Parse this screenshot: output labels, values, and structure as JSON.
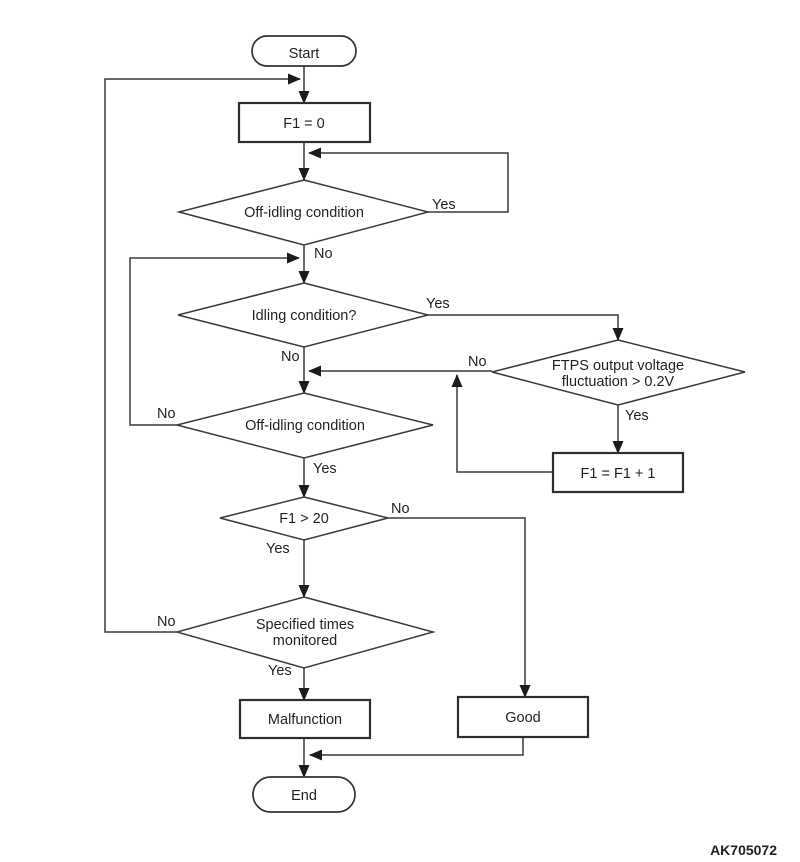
{
  "figure_code": "AK705072",
  "nodes": {
    "start": "Start",
    "f1_init": "F1 = 0",
    "off_idling_1": "Off-idling condition",
    "idling": "Idling condition?",
    "ftps_line1": "FTPS output voltage",
    "ftps_line2": "fluctuation > 0.2V",
    "f1_increment": "F1 = F1 + 1",
    "off_idling_2": "Off-idling condition",
    "f1_gt_20": "F1 > 20",
    "specified_line1": "Specified times",
    "specified_line2": "monitored",
    "malfunction": "Malfunction",
    "good": "Good",
    "end": "End"
  },
  "edge_labels": {
    "off_idling_1_yes": "Yes",
    "off_idling_1_no": "No",
    "idling_yes": "Yes",
    "idling_no": "No",
    "ftps_no": "No",
    "ftps_yes": "Yes",
    "off_idling_2_no": "No",
    "off_idling_2_yes": "Yes",
    "f1_gt_20_no": "No",
    "f1_gt_20_yes": "Yes",
    "specified_no": "No",
    "specified_yes": "Yes"
  },
  "colors": {
    "line": "#3a3a3a",
    "box_border": "#2e2e2e",
    "text": "#231f20",
    "background": "#ffffff"
  }
}
